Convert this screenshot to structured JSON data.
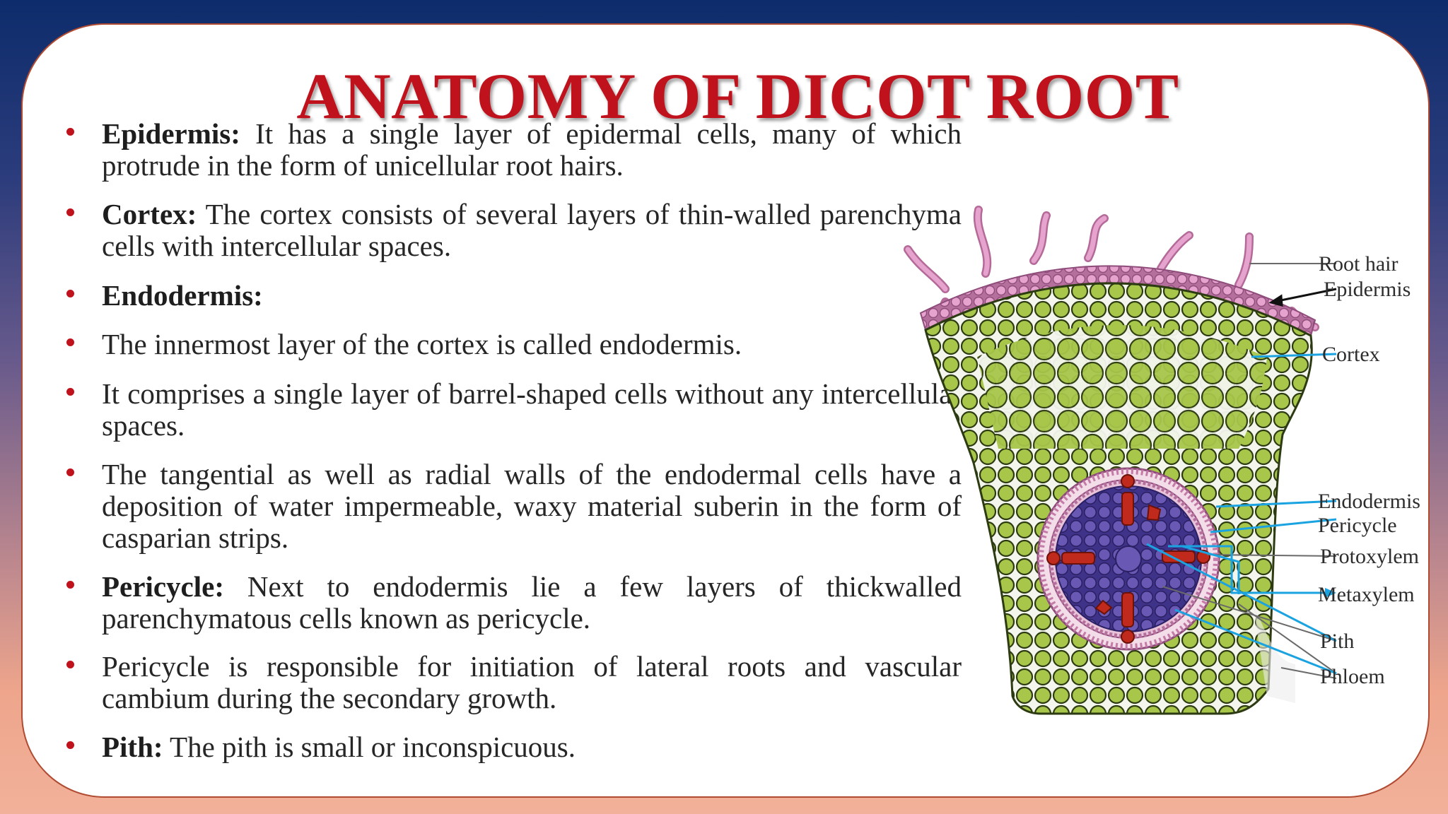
{
  "slide": {
    "title": "ANATOMY OF DICOT ROOT",
    "bullets": [
      {
        "term": "Epidermis:",
        "text": " It has a single layer of epidermal cells, many of which protrude in the form of unicellular root hairs."
      },
      {
        "term": "Cortex:",
        "text": " The cortex consists of several layers of thin-walled parenchyma cells with intercellular spaces."
      },
      {
        "term": "Endodermis:",
        "text": ""
      },
      {
        "term": "",
        "text": "The innermost layer of the cortex is called endodermis."
      },
      {
        "term": "",
        "text": "It comprises a single layer of barrel-shaped cells without any intercellular spaces."
      },
      {
        "term": "",
        "text": "The tangential as well as radial walls of the endodermal cells have a deposition of water impermeable, waxy material suberin in the form of casparian strips."
      },
      {
        "term": "Pericycle:",
        "text": " Next to endodermis lie a few layers of thickwalled parenchymatous cells known as pericycle."
      },
      {
        "term": "",
        "text": "Pericycle is responsible for initiation of lateral roots and vascular cambium during the secondary growth."
      },
      {
        "term": "Pith:",
        "text": " The pith is small or inconspicuous."
      }
    ]
  },
  "diagram": {
    "labels": {
      "root_hair": "Root hair",
      "epidermis": "Epidermis",
      "cortex": "Cortex",
      "endodermis": "Endodermis",
      "pericycle": "Pericycle",
      "protoxylem": "Protoxylem",
      "metaxylem": "Metaxylem",
      "pith": "Pith",
      "phloem": "Phloem"
    },
    "colors": {
      "cortex_cell": "#a7c64a",
      "epidermis": "#e09ac6",
      "stele": "#6a59b4",
      "xylem": "#c02a1c",
      "leader_blue": "#1aa3e0"
    }
  }
}
